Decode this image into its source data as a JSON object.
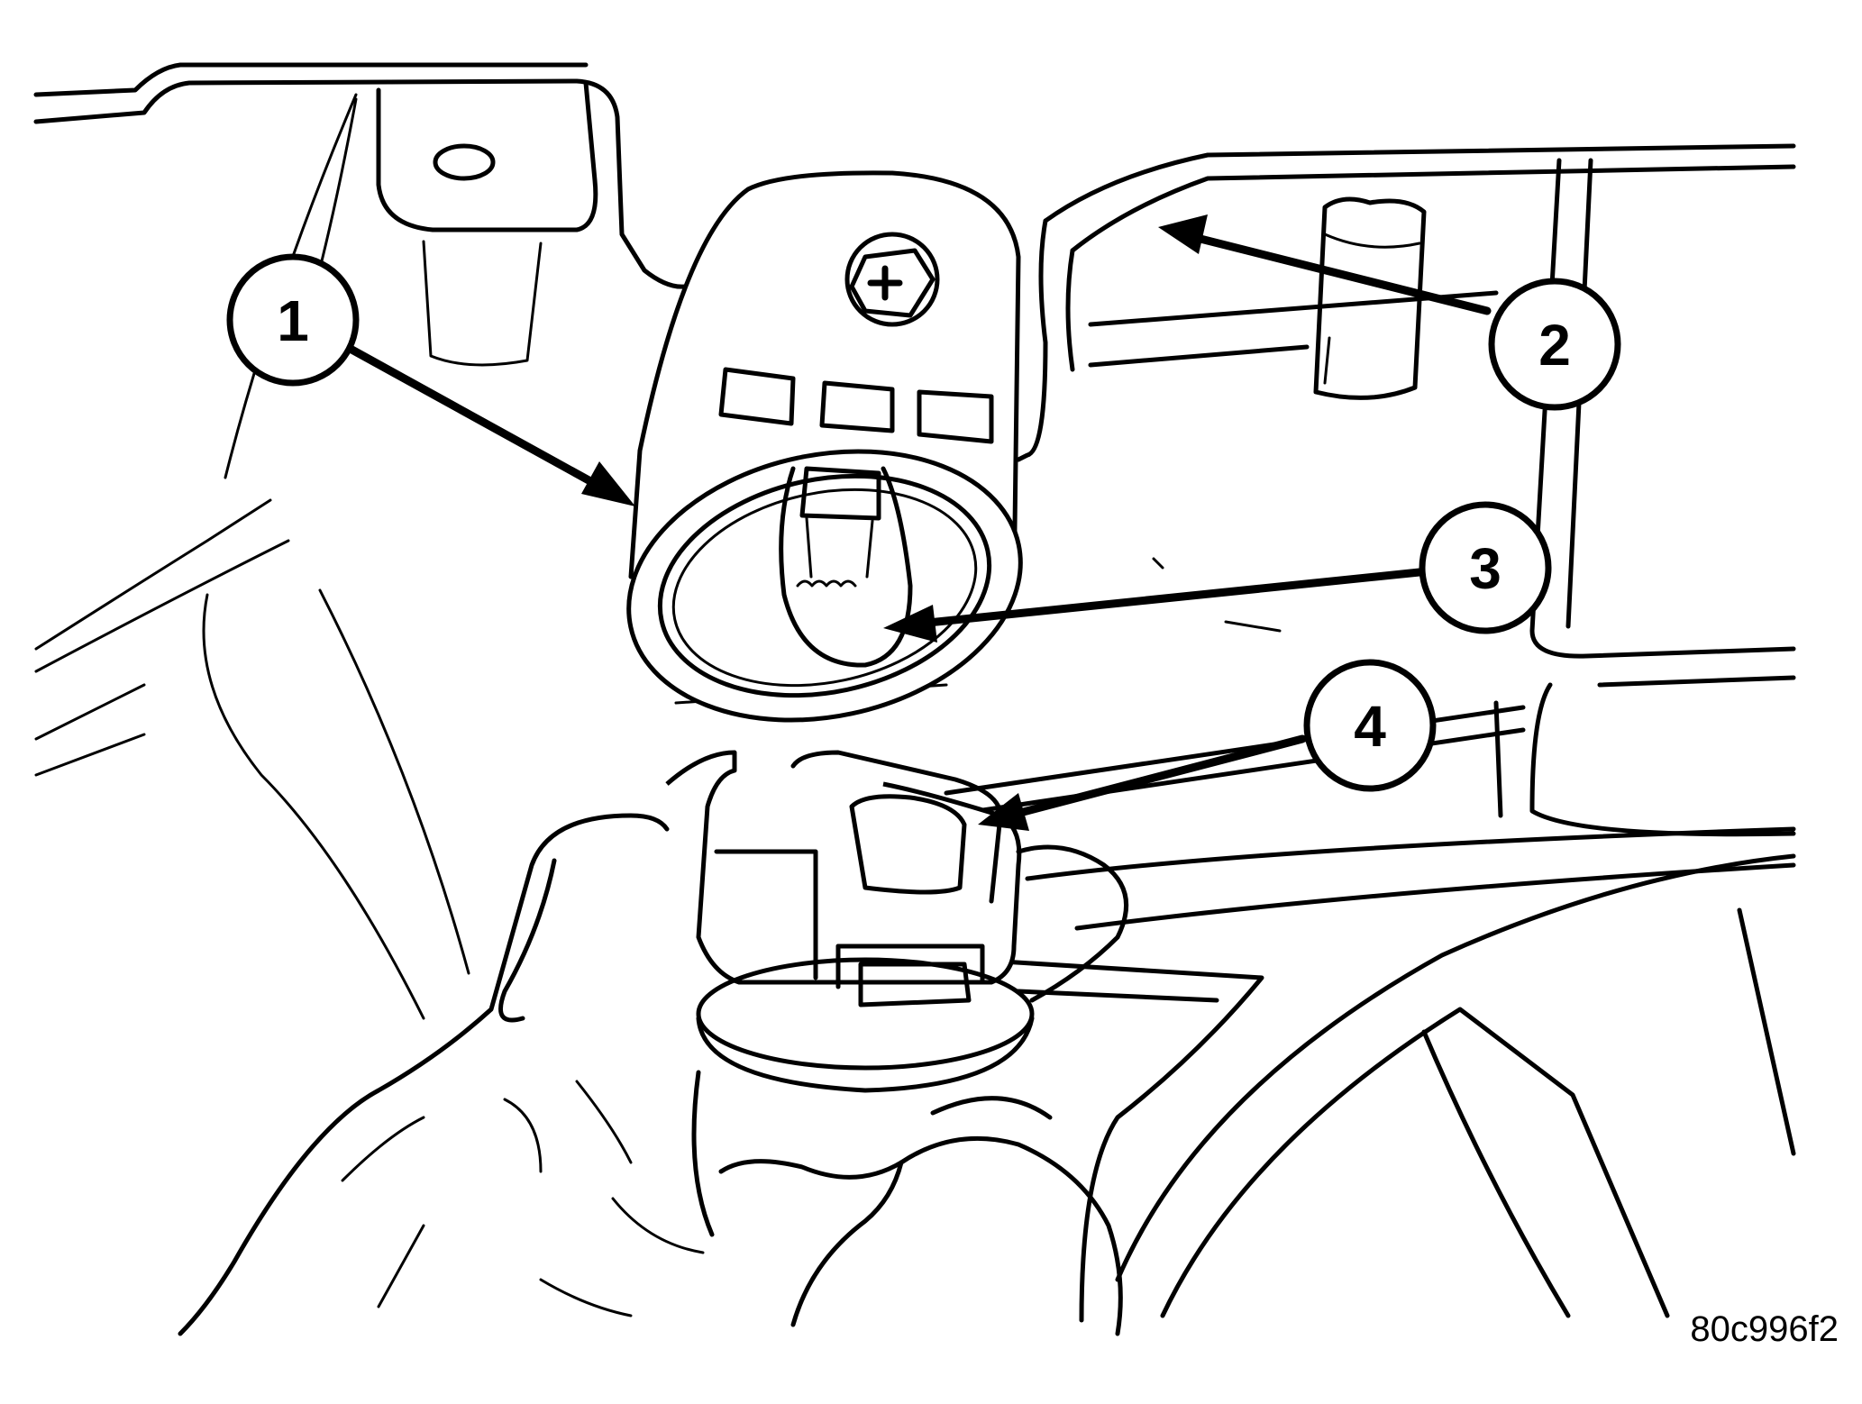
{
  "figure": {
    "id_label": "80c996f2",
    "callouts": [
      {
        "label": "1"
      },
      {
        "label": "2"
      },
      {
        "label": "3"
      },
      {
        "label": "4"
      }
    ]
  }
}
